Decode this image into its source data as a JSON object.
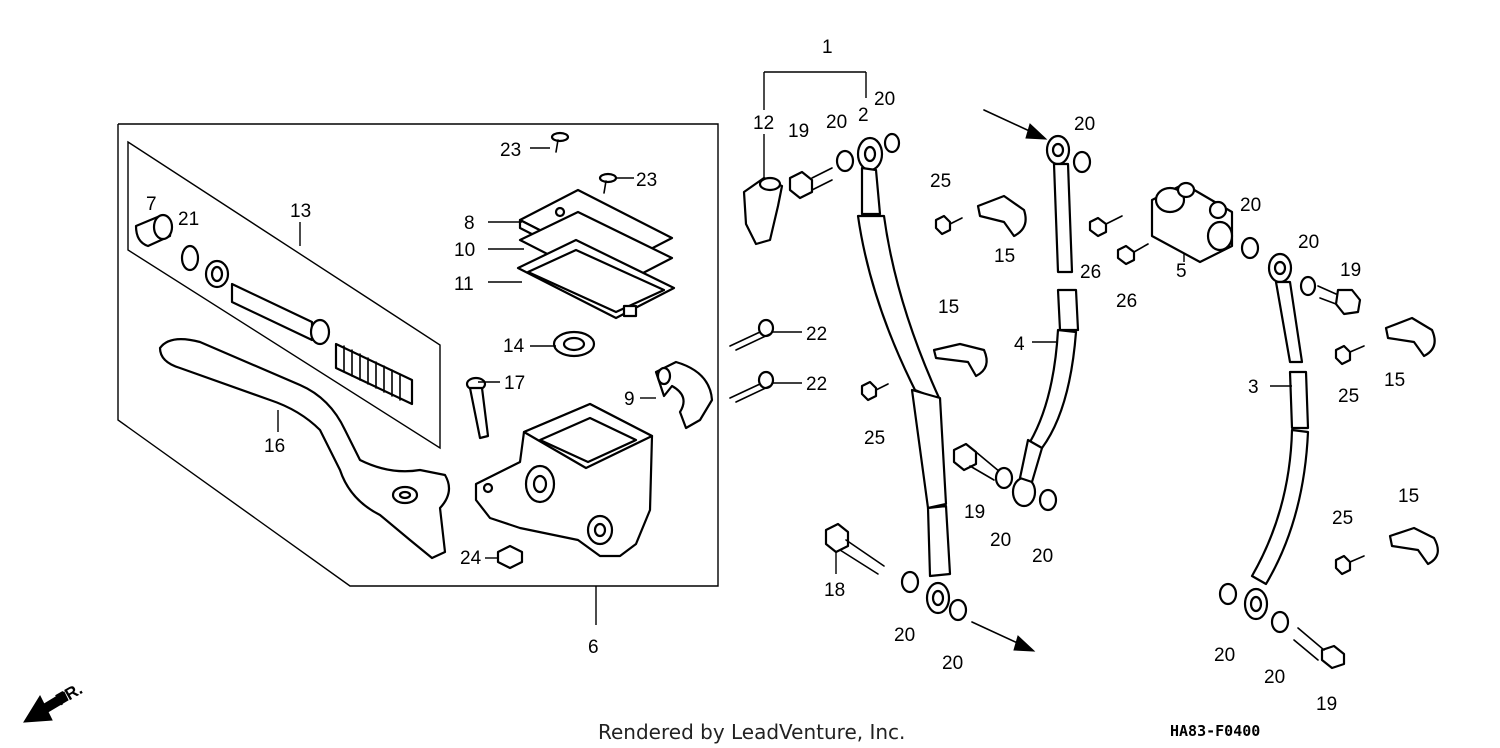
{
  "credit": "Rendered by LeadVenture, Inc.",
  "diagram_code": "HA83-F0400",
  "direction_label": "FR.",
  "direction_icon": "front-arrow-icon",
  "callouts": [
    "1",
    "2",
    "3",
    "4",
    "5",
    "6",
    "7",
    "8",
    "9",
    "10",
    "11",
    "12",
    "13",
    "14",
    "15",
    "16",
    "17",
    "18",
    "19",
    "20",
    "21",
    "22",
    "23",
    "24",
    "25",
    "26"
  ]
}
